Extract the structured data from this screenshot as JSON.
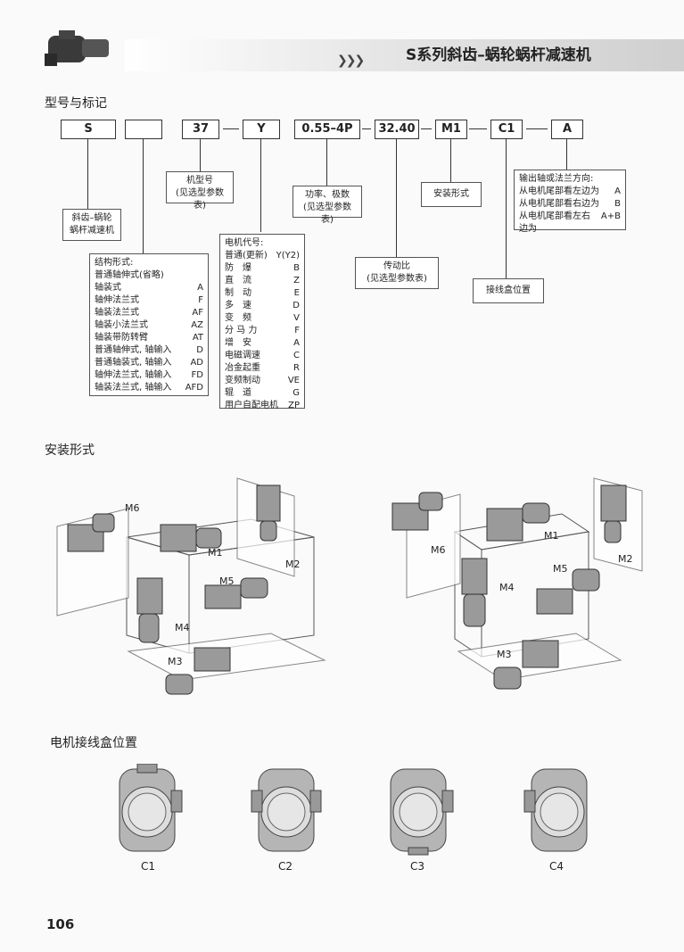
{
  "header": {
    "title": "S系列斜齿–蜗轮蜗杆减速机",
    "chevrons": "❯❯❯"
  },
  "section1": {
    "title": "型号与标记"
  },
  "codes": [
    "S",
    "",
    "37",
    "Y",
    "0.55–4P",
    "32.40",
    "M1",
    "C1",
    "A"
  ],
  "box_type": {
    "lines": [
      "斜齿–蜗轮",
      "蜗杆减速机"
    ]
  },
  "box_size": {
    "lines": [
      "机型号",
      "(见选型参数表)"
    ]
  },
  "box_power": {
    "lines": [
      "功率、极数",
      "(见选型参数表)"
    ]
  },
  "box_mount": {
    "label": "安装形式"
  },
  "box_output": {
    "title": "输出轴或法兰方向:",
    "rows": [
      {
        "k": "从电机尾部看左边为",
        "v": "A"
      },
      {
        "k": "从电机尾部看右边为",
        "v": "B"
      },
      {
        "k": "从电机尾部看左右边为",
        "v": "A+B"
      }
    ]
  },
  "box_structure": {
    "title": "结构形式:",
    "rows": [
      {
        "k": "普通轴伸式(省略)",
        "v": ""
      },
      {
        "k": "轴装式",
        "v": "A"
      },
      {
        "k": "轴伸法兰式",
        "v": "F"
      },
      {
        "k": "轴装法兰式",
        "v": "AF"
      },
      {
        "k": "轴装小法兰式",
        "v": "AZ"
      },
      {
        "k": "轴装带防转臂",
        "v": "AT"
      },
      {
        "k": "普通轴伸式, 轴输入",
        "v": "D"
      },
      {
        "k": "普通轴装式, 轴输入",
        "v": "AD"
      },
      {
        "k": "轴伸法兰式, 轴输入",
        "v": "FD"
      },
      {
        "k": "轴装法兰式, 轴输入",
        "v": "AFD"
      }
    ]
  },
  "box_motor": {
    "title": "电机代号:",
    "rows": [
      {
        "k": "普通(更新)",
        "v": "Y(Y2)"
      },
      {
        "k": "防　爆",
        "v": "B"
      },
      {
        "k": "直　流",
        "v": "Z"
      },
      {
        "k": "制　动",
        "v": "E"
      },
      {
        "k": "多　速",
        "v": "D"
      },
      {
        "k": "变　频",
        "v": "V"
      },
      {
        "k": "分 马 力",
        "v": "F"
      },
      {
        "k": "增　安",
        "v": "A"
      },
      {
        "k": "电磁调速",
        "v": "C"
      },
      {
        "k": "冶金起重",
        "v": "R"
      },
      {
        "k": "变频制动",
        "v": "VE"
      },
      {
        "k": "辊　道",
        "v": "G"
      },
      {
        "k": "用户自配电机",
        "v": "ZP"
      }
    ]
  },
  "box_ratio": {
    "lines": [
      "传动比",
      "(见选型参数表)"
    ]
  },
  "box_junction": {
    "label": "接线盒位置"
  },
  "section2": {
    "title": "安装形式"
  },
  "mount_labels": [
    "M1",
    "M2",
    "M3",
    "M4",
    "M5",
    "M6"
  ],
  "section3": {
    "title": "电机接线盒位置"
  },
  "junction_labels": [
    "C1",
    "C2",
    "C3",
    "C4"
  ],
  "page_number": "106"
}
